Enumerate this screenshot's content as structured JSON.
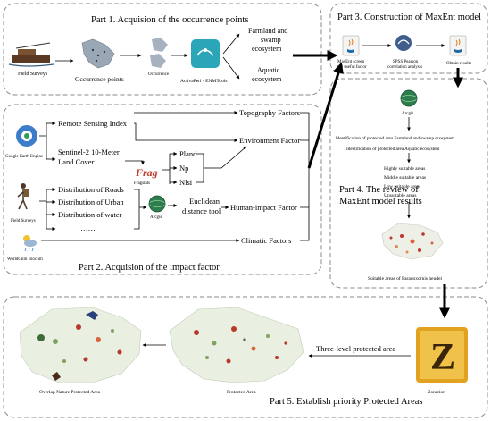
{
  "parts": {
    "p1": "Part 1. Acquision of the occurrence points",
    "p2": "Part 2. Acquision of the impact factor",
    "p3": "Part 3. Construction of MaxEnt model",
    "p4_line1": "Part 4. The review of",
    "p4_line2": "MaxEnt model results",
    "p5": "Part 5. Establish priority Protected Areas"
  },
  "part1": {
    "field_surveys": "Field Surveys",
    "occurrence_points": "Occurrence points",
    "occurrence": "Occurrence",
    "activaperl": "ActivaPerl - ENMTools",
    "farmland_l1": "Farmland and",
    "farmland_l2": "swamp",
    "farmland_l3": "ecosystem",
    "aquatic_l1": "Aquatic",
    "aquatic_l2": "ecosystem"
  },
  "part2": {
    "remote_sensing": "Remote Sensing Index",
    "sentinel_l1": "Sentinel-2 10-Meter",
    "sentinel_l2": "Land Cover",
    "google_earth_engine": "Google Earth Engine",
    "topography": "Topography Factors",
    "environment": "Environment Factor",
    "pland": "Pland",
    "np": "Np",
    "nlsi": "Nlsi",
    "fragstats": "Fragstats",
    "roads": "Distribution of Roads",
    "urban": "Distribution of Urban",
    "water": "Distribution of water",
    "dots": "……",
    "field_surveys": "Field Surveys",
    "arcgis": "Arcgis",
    "euclidean_l1": "Euclidean",
    "euclidean_l2": "distance tool",
    "human_impact": "Human-impact Factor",
    "worldclim": "WorldClim Bioclim",
    "climatic": "Climatic Factors"
  },
  "part3": {
    "maxent_l1": "MaxEnt screen",
    "maxent_l2": "the useful factor",
    "spss_l1": "SPSS Pearson",
    "spss_l2": "correlation analysis",
    "obtain": "Obtain results"
  },
  "part4": {
    "arcgis": "Arcgis",
    "ident_farmland": "Identification of protected area Farmland and swamp ecosystem",
    "ident_aquatic": "Identification of protected area Aquatic ecosystem",
    "highly": "Highly suitable areas",
    "middle": "Middle suitable areas",
    "low": "Low suitable areas",
    "unsuitable": "Unsuitable areas",
    "suitable_caption": "Suitable areas of Paradoxornis heudei"
  },
  "part5": {
    "zonation": "Zonation",
    "three_level": "Three-level protected area",
    "protected_area": "Protected Area",
    "overlap": "Overlap Nature Protected Area"
  },
  "colors": {
    "dash": "#8a8a8a",
    "arrow": "#000000",
    "java_blue": "#1f6aa5",
    "enm_teal": "#2aa6b8",
    "gee_blue": "#3d7cc9",
    "frag_red": "#c0392b",
    "zonation_gold": "#e2a11f",
    "map_green": "#7fa35f",
    "map_red": "#b8382a"
  },
  "icons": [
    "boat-icon",
    "species-map-icon",
    "enmtools-icon",
    "gear-globe-icon",
    "hiker-icon",
    "weather-icon",
    "fragstats-icon",
    "arcgis-globe-icon",
    "java-icon",
    "spss-icon",
    "suitability-map-icon",
    "zonation-icon",
    "china-map-icon"
  ]
}
